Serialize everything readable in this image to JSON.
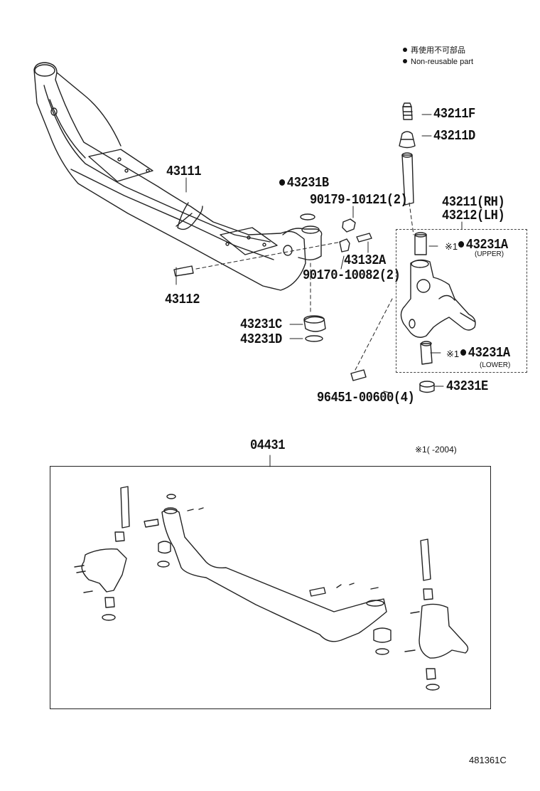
{
  "legend": {
    "reuse_jp": "再使用不可部品",
    "reuse_en": "Non-reusable part"
  },
  "parts": {
    "p43211F": "43211F",
    "p43211D": "43211D",
    "p43211RH": "43211(RH)",
    "p43212LH": "43212(LH)",
    "p43111": "43111",
    "p43231B": "43231B",
    "p90179": "90179-10121(2)",
    "p43132A": "43132A",
    "p90170": "90170-10082(2)",
    "p43112": "43112",
    "p43231C": "43231C",
    "p43231D": "43231D",
    "p43231A_upper": "43231A",
    "upper_note": "(UPPER)",
    "p43231A_lower": "43231A",
    "lower_note": "(LOWER)",
    "p96451": "96451-00600(4)",
    "p43231E": "43231E",
    "p04431": "04431",
    "ref_mark": "※1",
    "footnote": "※1(   -2004)",
    "code": "481361C"
  }
}
